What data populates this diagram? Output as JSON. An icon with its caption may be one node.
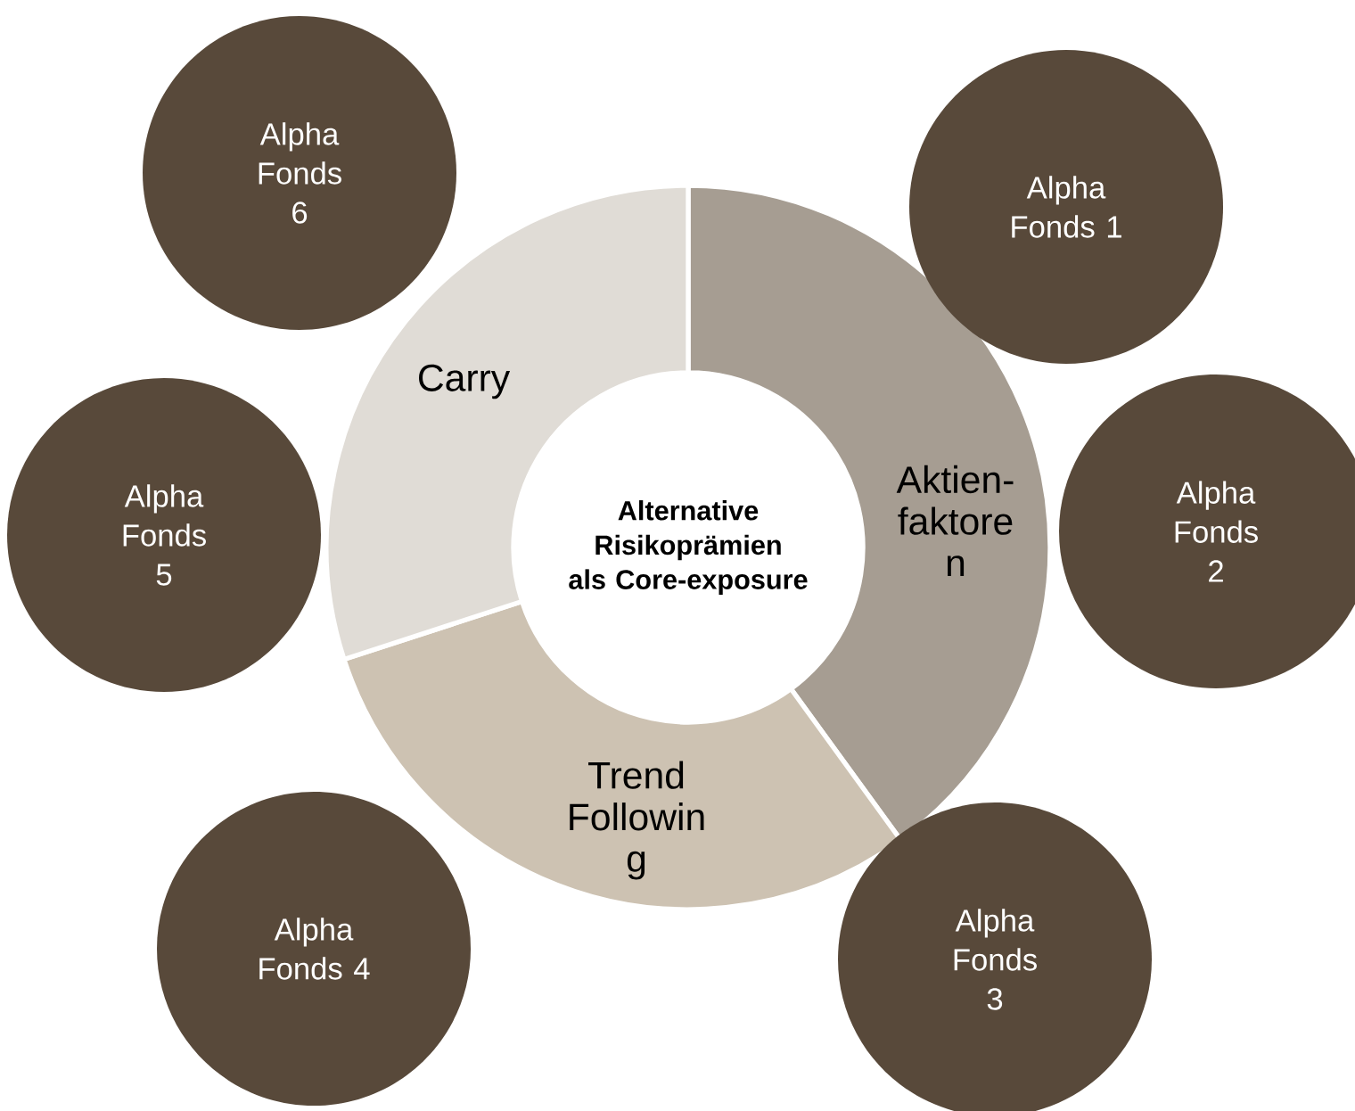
{
  "diagram": {
    "nodes": [
      {
        "text": [
          "Alternative Risikoprämien als Core-exposure"
        ]
      },
      {
        "text": [
          "Aktien- faktore n"
        ]
      },
      {
        "text": [
          "Trend Followin g"
        ]
      },
      {
        "text": [
          "Carry"
        ]
      },
      {
        "text": [
          "Alpha Fonds 1"
        ]
      },
      {
        "text": [
          "Alpha Fonds 2"
        ]
      },
      {
        "text": [
          "Alpha Fonds 3"
        ]
      },
      {
        "text": [
          "Alpha Fonds 4"
        ]
      },
      {
        "text": [
          "Alpha Fonds 5"
        ]
      },
      {
        "text": [
          "Alpha Fonds 6"
        ]
      }
    ]
  }
}
